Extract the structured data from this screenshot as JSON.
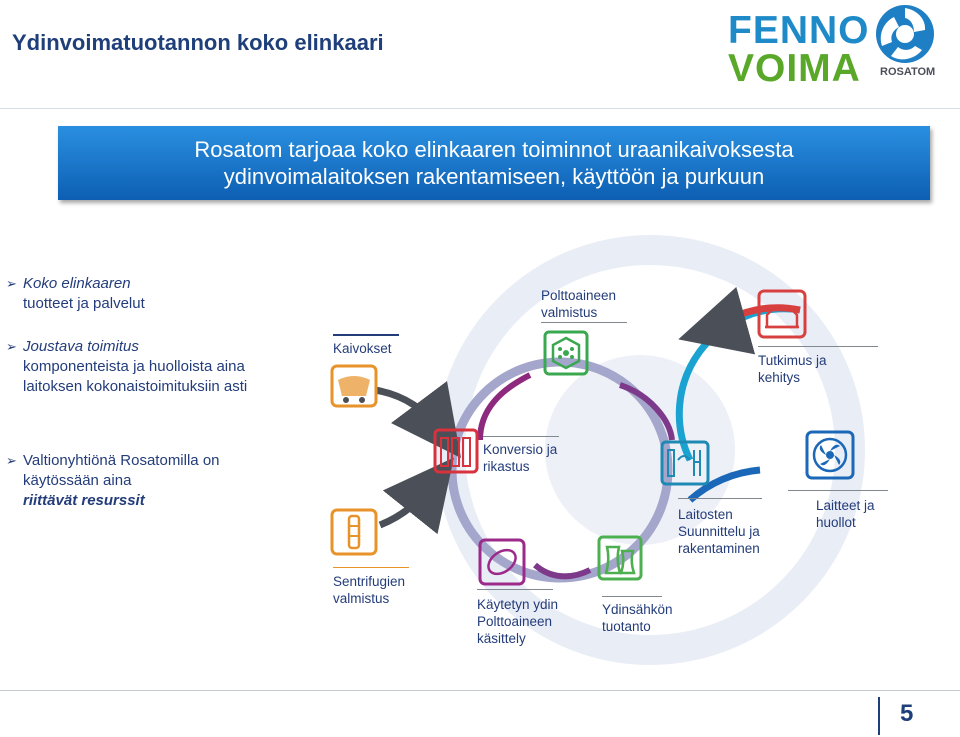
{
  "slide": {
    "title": "Ydinvoimatuotannon koko elinkaari",
    "banner_line1": "Rosatom tarjoaa koko elinkaaren toiminnot uraanikaivoksesta",
    "banner_line2": "ydinvoimalaitoksen rakentamiseen, käyttöön ja purkuun",
    "page_number": "5"
  },
  "logo": {
    "line1": "FENNO",
    "line2": "VOIMA",
    "partner": "ROSATOM"
  },
  "bullets": [
    {
      "italic": "Koko elinkaaren",
      "rest": "tuotteet ja palvelut"
    },
    {
      "italic": "Joustava toimitus",
      "rest": "komponenteista ja huolloista aina laitoksen kokonaistoimituksiin asti"
    },
    {
      "plain": "Valtionyhtiönä Rosatomilla on käytössään aina",
      "italic": "riittävät resurssit"
    }
  ],
  "stages": {
    "kaivokset": "Kaivokset",
    "sentrifugit_1": "Sentrifugien",
    "sentrifugit_2": "valmistus",
    "konversio_1": "Konversio ja",
    "konversio_2": "rikastus",
    "polttoaine_1": "Polttoaineen",
    "polttoaine_2": "valmistus",
    "kaytetty_1": "Käytetyn ydin",
    "kaytetty_2": "Polttoaineen",
    "kaytetty_3": "käsittely",
    "ydinsahko_1": "Ydinsähkön",
    "ydinsahko_2": "tuotanto",
    "laitosten_1": "Laitosten",
    "laitosten_2": "Suunnittelu ja",
    "laitosten_3": "rakentaminen",
    "tutkimus_1": "Tutkimus ja",
    "tutkimus_2": "kehitys",
    "laitteet_1": "Laitteet ja",
    "laitteet_2": "huollot"
  },
  "colors": {
    "title_blue": "#1f3f7a",
    "banner_blue": "#1a76cf",
    "mining_orange": "#e8922a",
    "conversion_red": "#d8323c",
    "fuel_green": "#3aa850",
    "spent_purple": "#9c2a8a",
    "power_green": "#4caf50",
    "plant_teal": "#1e8ab4",
    "research_red": "#d84040",
    "equipment_blue": "#1c68b8",
    "arrow_grey": "#4a4f58",
    "cycle_lavender": "#9d9ec6"
  },
  "icons": {
    "mining": "mining-cart-icon",
    "centrifuge": "centrifuge-icon",
    "conversion": "conversion-plant-icon",
    "fuel": "fuel-assembly-icon",
    "spent_fuel": "fuel-cask-icon",
    "power": "cooling-tower-icon",
    "plant": "plant-blueprint-icon",
    "research": "reactor-dome-icon",
    "equipment": "fan-icon"
  }
}
